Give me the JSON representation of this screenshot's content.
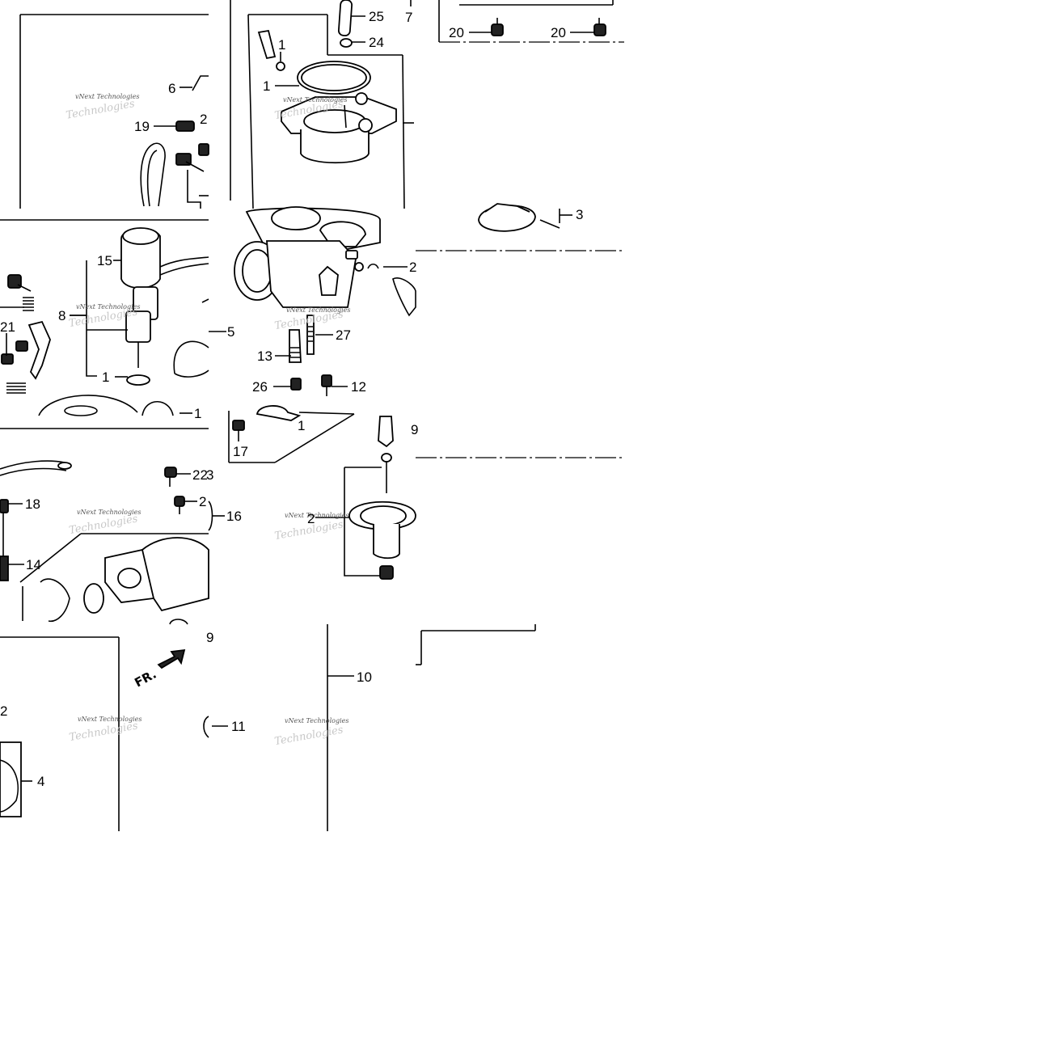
{
  "labels": {
    "n25": "25",
    "n7": "7",
    "n24": "24",
    "n20a": "20",
    "n20b": "20",
    "n1a": "1",
    "n1b": "1",
    "n6": "6",
    "n19": "19",
    "n2a": "2",
    "n3": "3",
    "n15": "15",
    "n8": "8",
    "n2b": "2",
    "n5": "5",
    "n21": "21",
    "n27": "27",
    "n13": "13",
    "n1c": "1",
    "n26": "26",
    "n12": "12",
    "n1d": "1",
    "n1e": "1",
    "n17": "17",
    "n9": "9",
    "n22": "22",
    "n23": "3",
    "n2c": "2",
    "n18": "18",
    "n16": "16",
    "n2d": "2",
    "n14": "14",
    "n9b": "9",
    "n10": "10",
    "n2e": "2",
    "n11": "11",
    "n4": "4"
  },
  "watermark": {
    "line1": "vNext Technologies",
    "line2": "Technologies"
  },
  "arrow": {
    "text": "FR."
  }
}
